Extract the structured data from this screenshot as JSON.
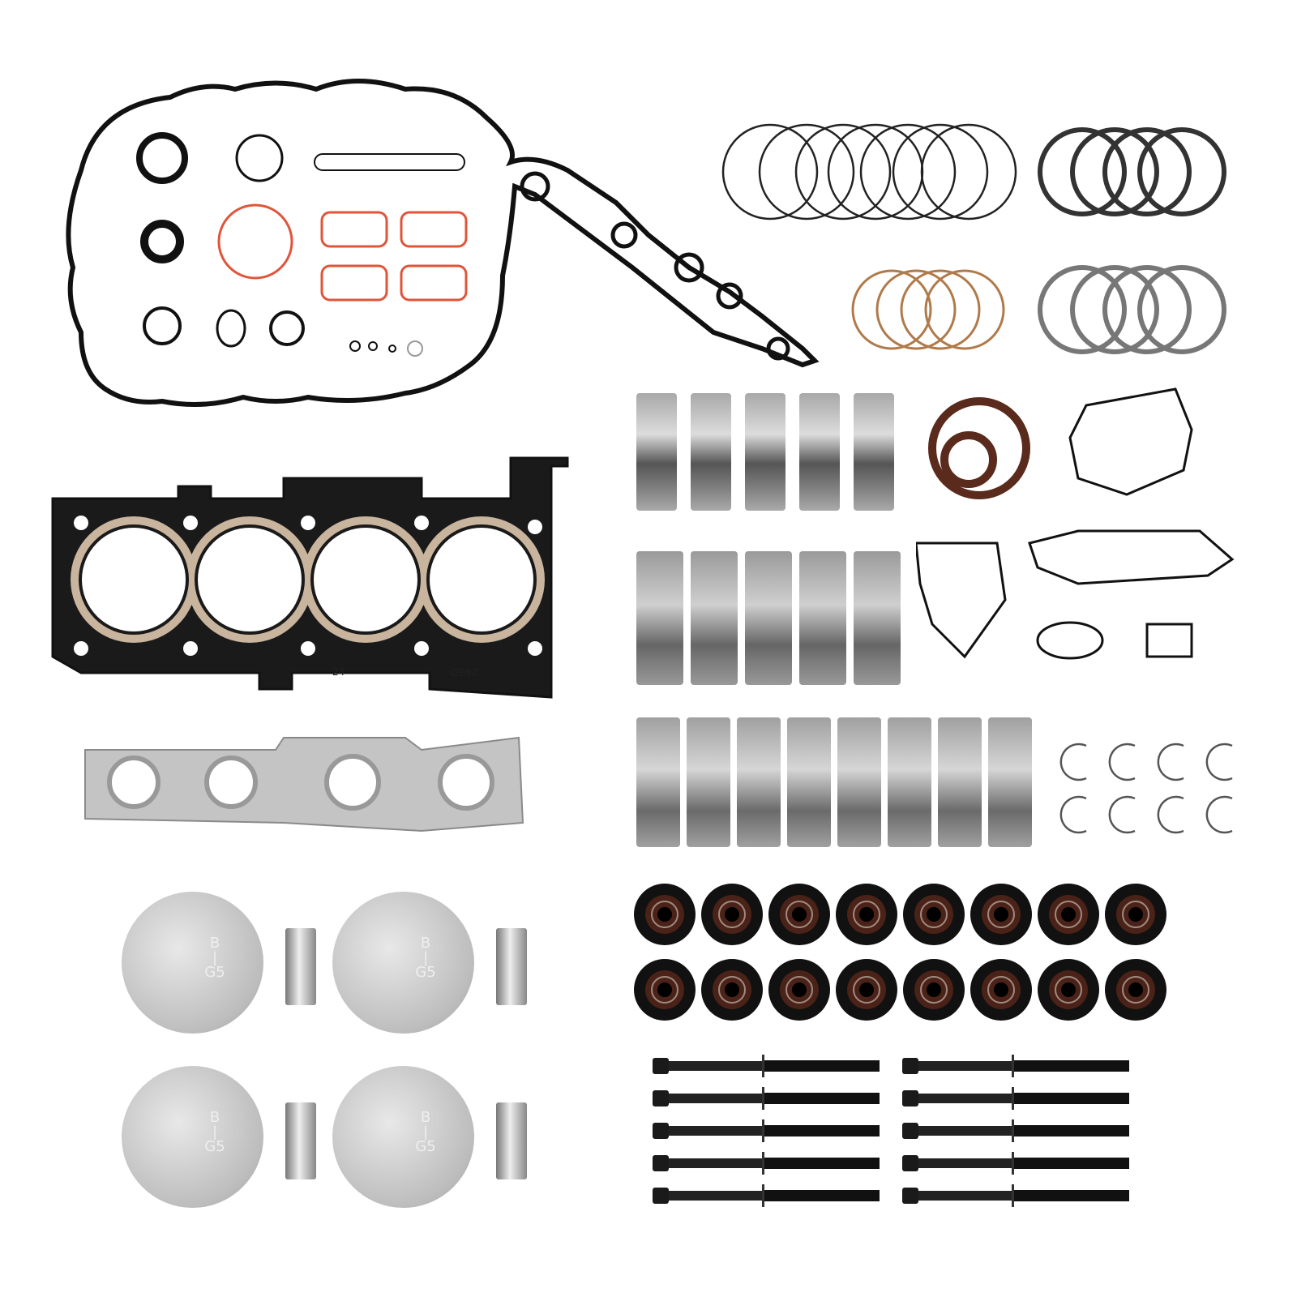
{
  "scene": {
    "type": "product-photo",
    "subject": "Engine rebuild / overhaul kit",
    "background": "#ffffff"
  },
  "parts": {
    "valve_cover_gasket": {
      "count": 1,
      "color": "#111111"
    },
    "seal_rings_black": {
      "count": 8
    },
    "intake_gaskets_orange": {
      "count": 4,
      "color": "#e0553a"
    },
    "piston_ring_sets": {
      "count": 4
    },
    "head_gasket": {
      "count": 1,
      "stamp_left": "24",
      "stamp_right": "24GD",
      "color": "#1a1a1a",
      "bead_color": "#c9b49e"
    },
    "exhaust_manifold_gasket": {
      "count": 1,
      "color": "#bfbfbf"
    },
    "main_bearing_shells_row1": {
      "count": 5
    },
    "main_bearing_shells_row2": {
      "count": 5
    },
    "rod_bearing_shells": {
      "count": 8
    },
    "crank_seals": {
      "count": 2,
      "color": "#5a2a1c"
    },
    "misc_gaskets": {
      "count": 5
    },
    "piston_clips": {
      "count": 8
    },
    "pistons": {
      "count": 4,
      "marking_top": "B",
      "marking_bottom": "G5"
    },
    "piston_pins": {
      "count": 4
    },
    "valve_stem_seals": {
      "count": 16,
      "color": "#4a2218"
    },
    "head_bolts": {
      "count": 10
    }
  },
  "pistons": [
    {
      "top": "B",
      "bottom": "G5"
    },
    {
      "top": "B",
      "bottom": "G5"
    },
    {
      "top": "B",
      "bottom": "G5"
    },
    {
      "top": "B",
      "bottom": "G5"
    }
  ]
}
